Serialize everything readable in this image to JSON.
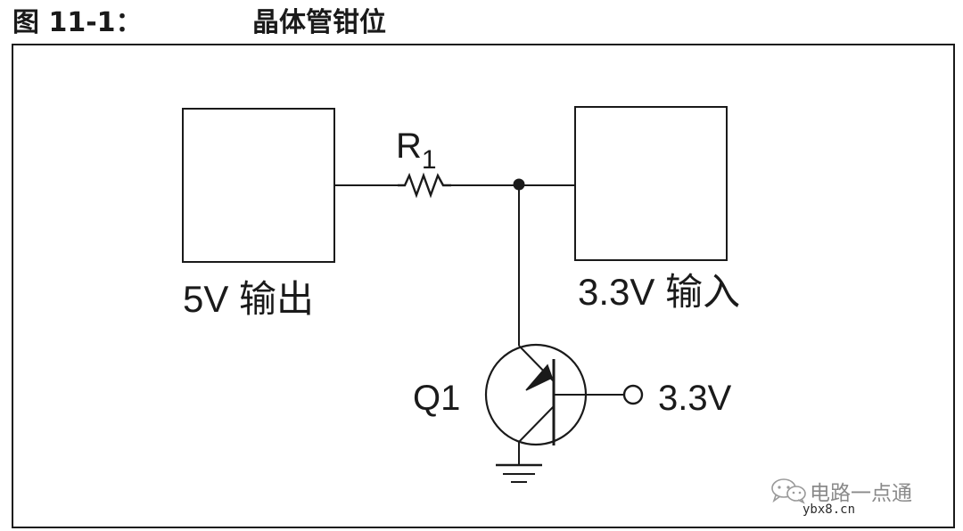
{
  "header": {
    "figure_label": "图 11-1：",
    "title": "晶体管钳位"
  },
  "diagram": {
    "resistor_label": "R",
    "resistor_subscript": "1",
    "source_box_label": "5V 输出",
    "target_box_label": "3.3V 输入",
    "transistor_label": "Q1",
    "reference_voltage_label": "3.3V"
  },
  "watermark": {
    "name": "电路一点通",
    "site": "ybx8.cn"
  },
  "colors": {
    "ink": "#1a1a1a",
    "watermark_text": "#8a8a8a"
  },
  "icons": {
    "watermark_icon": "wechat-icon"
  }
}
